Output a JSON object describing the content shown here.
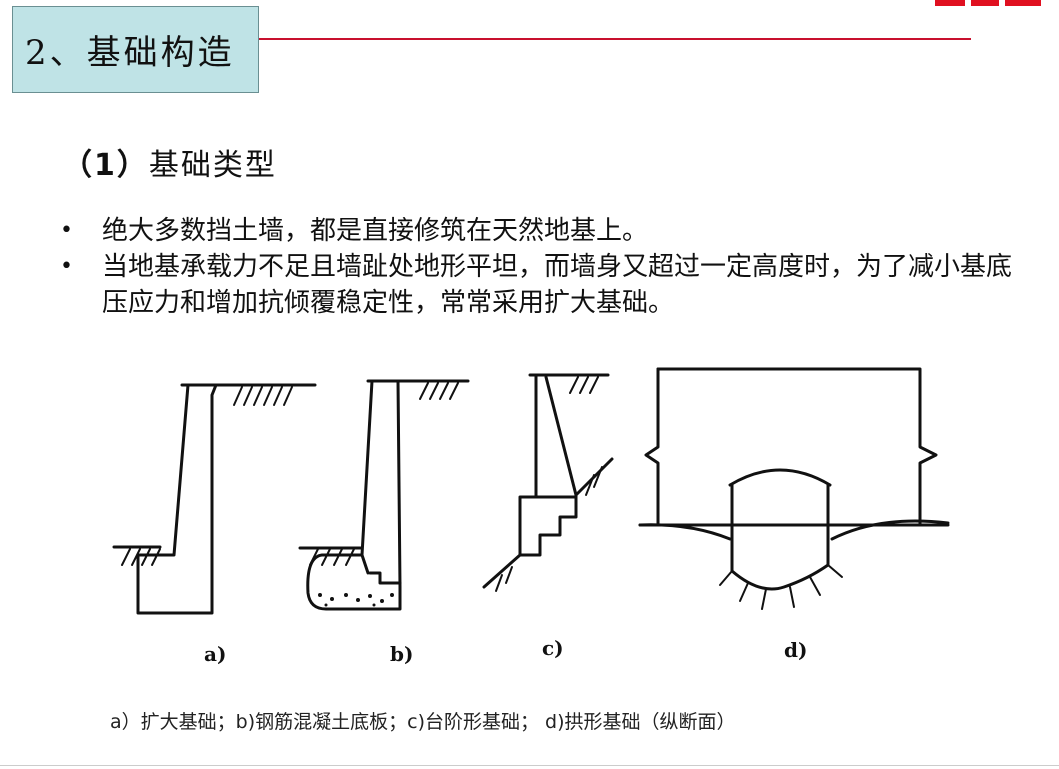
{
  "title": "2、基础构造",
  "section_heading": {
    "number": "（1）",
    "text": "基础类型"
  },
  "bullets": [
    "绝大多数挡土墙，都是直接修筑在天然地基上。",
    "当地基承载力不足且墙趾处地形平坦，而墙身又超过一定高度时，为了减小基底压应力和增加抗倾覆稳定性，常常采用扩大基础。"
  ],
  "figure_labels": {
    "a": "a)",
    "b": "b)",
    "c": "c)",
    "d": "d)"
  },
  "caption": "a）扩大基础；b)钢筋混凝土底板；c)台阶形基础； d)拱形基础（纵断面）",
  "colors": {
    "title_box": "#bfe3e6",
    "accent_rule": "#c8102e"
  }
}
